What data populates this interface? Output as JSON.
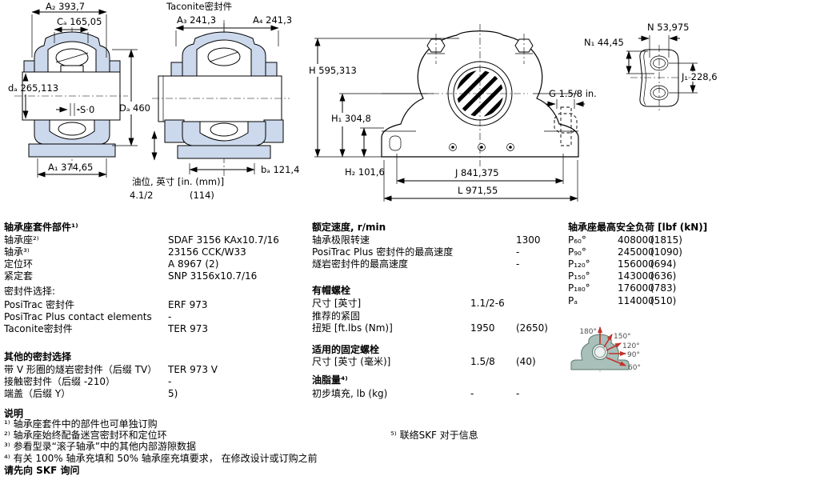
{
  "drawings": {
    "end_view": {
      "dim_a2": "A₂ 393,7",
      "dim_ca": "Cₐ 165,05",
      "dim_da": "dₐ 265,113",
      "dim_s": "S 0",
      "dim_Da": "Dₐ 460",
      "dim_a1": "A₁ 374,65"
    },
    "taconite_view": {
      "title": "Taconite密封件",
      "dim_a3": "A₃ 241,3",
      "dim_a4": "A₄ 241,3",
      "dim_ba": "bₐ 121,4",
      "oil_label": "油位, 英寸 [in. (mm)]",
      "oil_in": "4.1/2",
      "oil_mm": "(114)"
    },
    "front_view": {
      "dim_h": "H 595,313",
      "dim_h1": "H₁ 304,8",
      "dim_h2": "H₂ 101,6",
      "dim_j": "J 841,375",
      "dim_l": "L 971,55",
      "dim_g": "G 1.5/8 in."
    },
    "base_plate_view": {
      "dim_n": "N 53,975",
      "dim_n1": "N₁ 44,45",
      "dim_j1": "J₁ 228,6"
    },
    "load_diagram": {
      "angles": [
        "180°",
        "150°",
        "120°",
        "90°",
        "60°"
      ]
    }
  },
  "components": {
    "title": "轴承座套件部件¹⁾",
    "rows": [
      {
        "label": "轴承座²⁾",
        "value": "SDAF 3156 KAx10.7/16"
      },
      {
        "label": "轴承³⁾",
        "value": "23156 CCK/W33"
      },
      {
        "label": "定位环",
        "value": "A 8967 (2)"
      },
      {
        "label": "紧定套",
        "value": "SNP 3156x10.7/16"
      }
    ],
    "seal_choice_title": "密封件选择:",
    "seal_rows": [
      {
        "label": "PosiTrac 密封件",
        "value": "ERF 973"
      },
      {
        "label": "PosiTrac Plus contact elements",
        "value": "-"
      },
      {
        "label": "Taconite密封件",
        "value": "TER 973"
      }
    ],
    "other_seal_title": "其他的密封选择",
    "other_seal_rows": [
      {
        "label": "带 V 形圈的燧岩密封件（后缀 TV）",
        "value": "TER 973 V"
      },
      {
        "label": "接触密封件（后缀 -210）",
        "value": "-"
      },
      {
        "label": "端盖（后缀 Y）",
        "value": "5)"
      }
    ]
  },
  "speeds": {
    "title": "额定速度, r/min",
    "rows": [
      {
        "label": "轴承极限转速",
        "value": "1300"
      },
      {
        "label": "PosiTrac Plus 密封件的最高速度",
        "value": "-"
      },
      {
        "label": "燧岩密封件的最高速度",
        "value": "-"
      }
    ]
  },
  "cap_bolts": {
    "title": "有帽螺栓",
    "size_label": "尺寸 [英寸]",
    "size_value": "1.1/2-6",
    "recommend_label": "推荐的紧固",
    "torque_label": "扭矩 [ft.lbs (Nm)]",
    "torque_value": "1950",
    "torque_value_alt": "(2650)"
  },
  "attachment_bolts": {
    "title": "适用的固定螺栓",
    "size_label": "尺寸 [英寸 (毫米)]",
    "size_value": "1.5/8",
    "size_value_alt": "(40)"
  },
  "grease": {
    "title": "油脂量⁴⁾",
    "fill_label": "初步填充, lb (kg)",
    "fill_value": "-",
    "fill_value_alt": "-"
  },
  "loads": {
    "title": "轴承座最高安全负荷 [lbf (kN)]",
    "rows": [
      {
        "label": "P₆₀°",
        "value": "408000",
        "alt": "(1815)"
      },
      {
        "label": "P₉₀°",
        "value": "245000",
        "alt": "(1090)"
      },
      {
        "label": "P₁₂₀°",
        "value": "156000",
        "alt": "(694)"
      },
      {
        "label": "P₁₅₀°",
        "value": "143000",
        "alt": "(636)"
      },
      {
        "label": "P₁₈₀°",
        "value": "176000",
        "alt": "(783)"
      },
      {
        "label": "Pₐ",
        "value": "114000",
        "alt": "(510)"
      }
    ]
  },
  "notes": {
    "title": "说明",
    "items": [
      "¹⁾ 轴承座套件中的部件也可单独订购",
      "²⁾ 轴承座始终配备迷宫密封环和定位环",
      "³⁾ 参看型录“滚子轴承”中的其他内部游隙数据",
      "⁴⁾ 有关 100% 轴承充填和 50% 轴承座充填要求， 在修改设计或订购之前"
    ],
    "footer": "请先向 SKF 询问",
    "note5": "⁵⁾ 联络SKF 对于信息"
  }
}
